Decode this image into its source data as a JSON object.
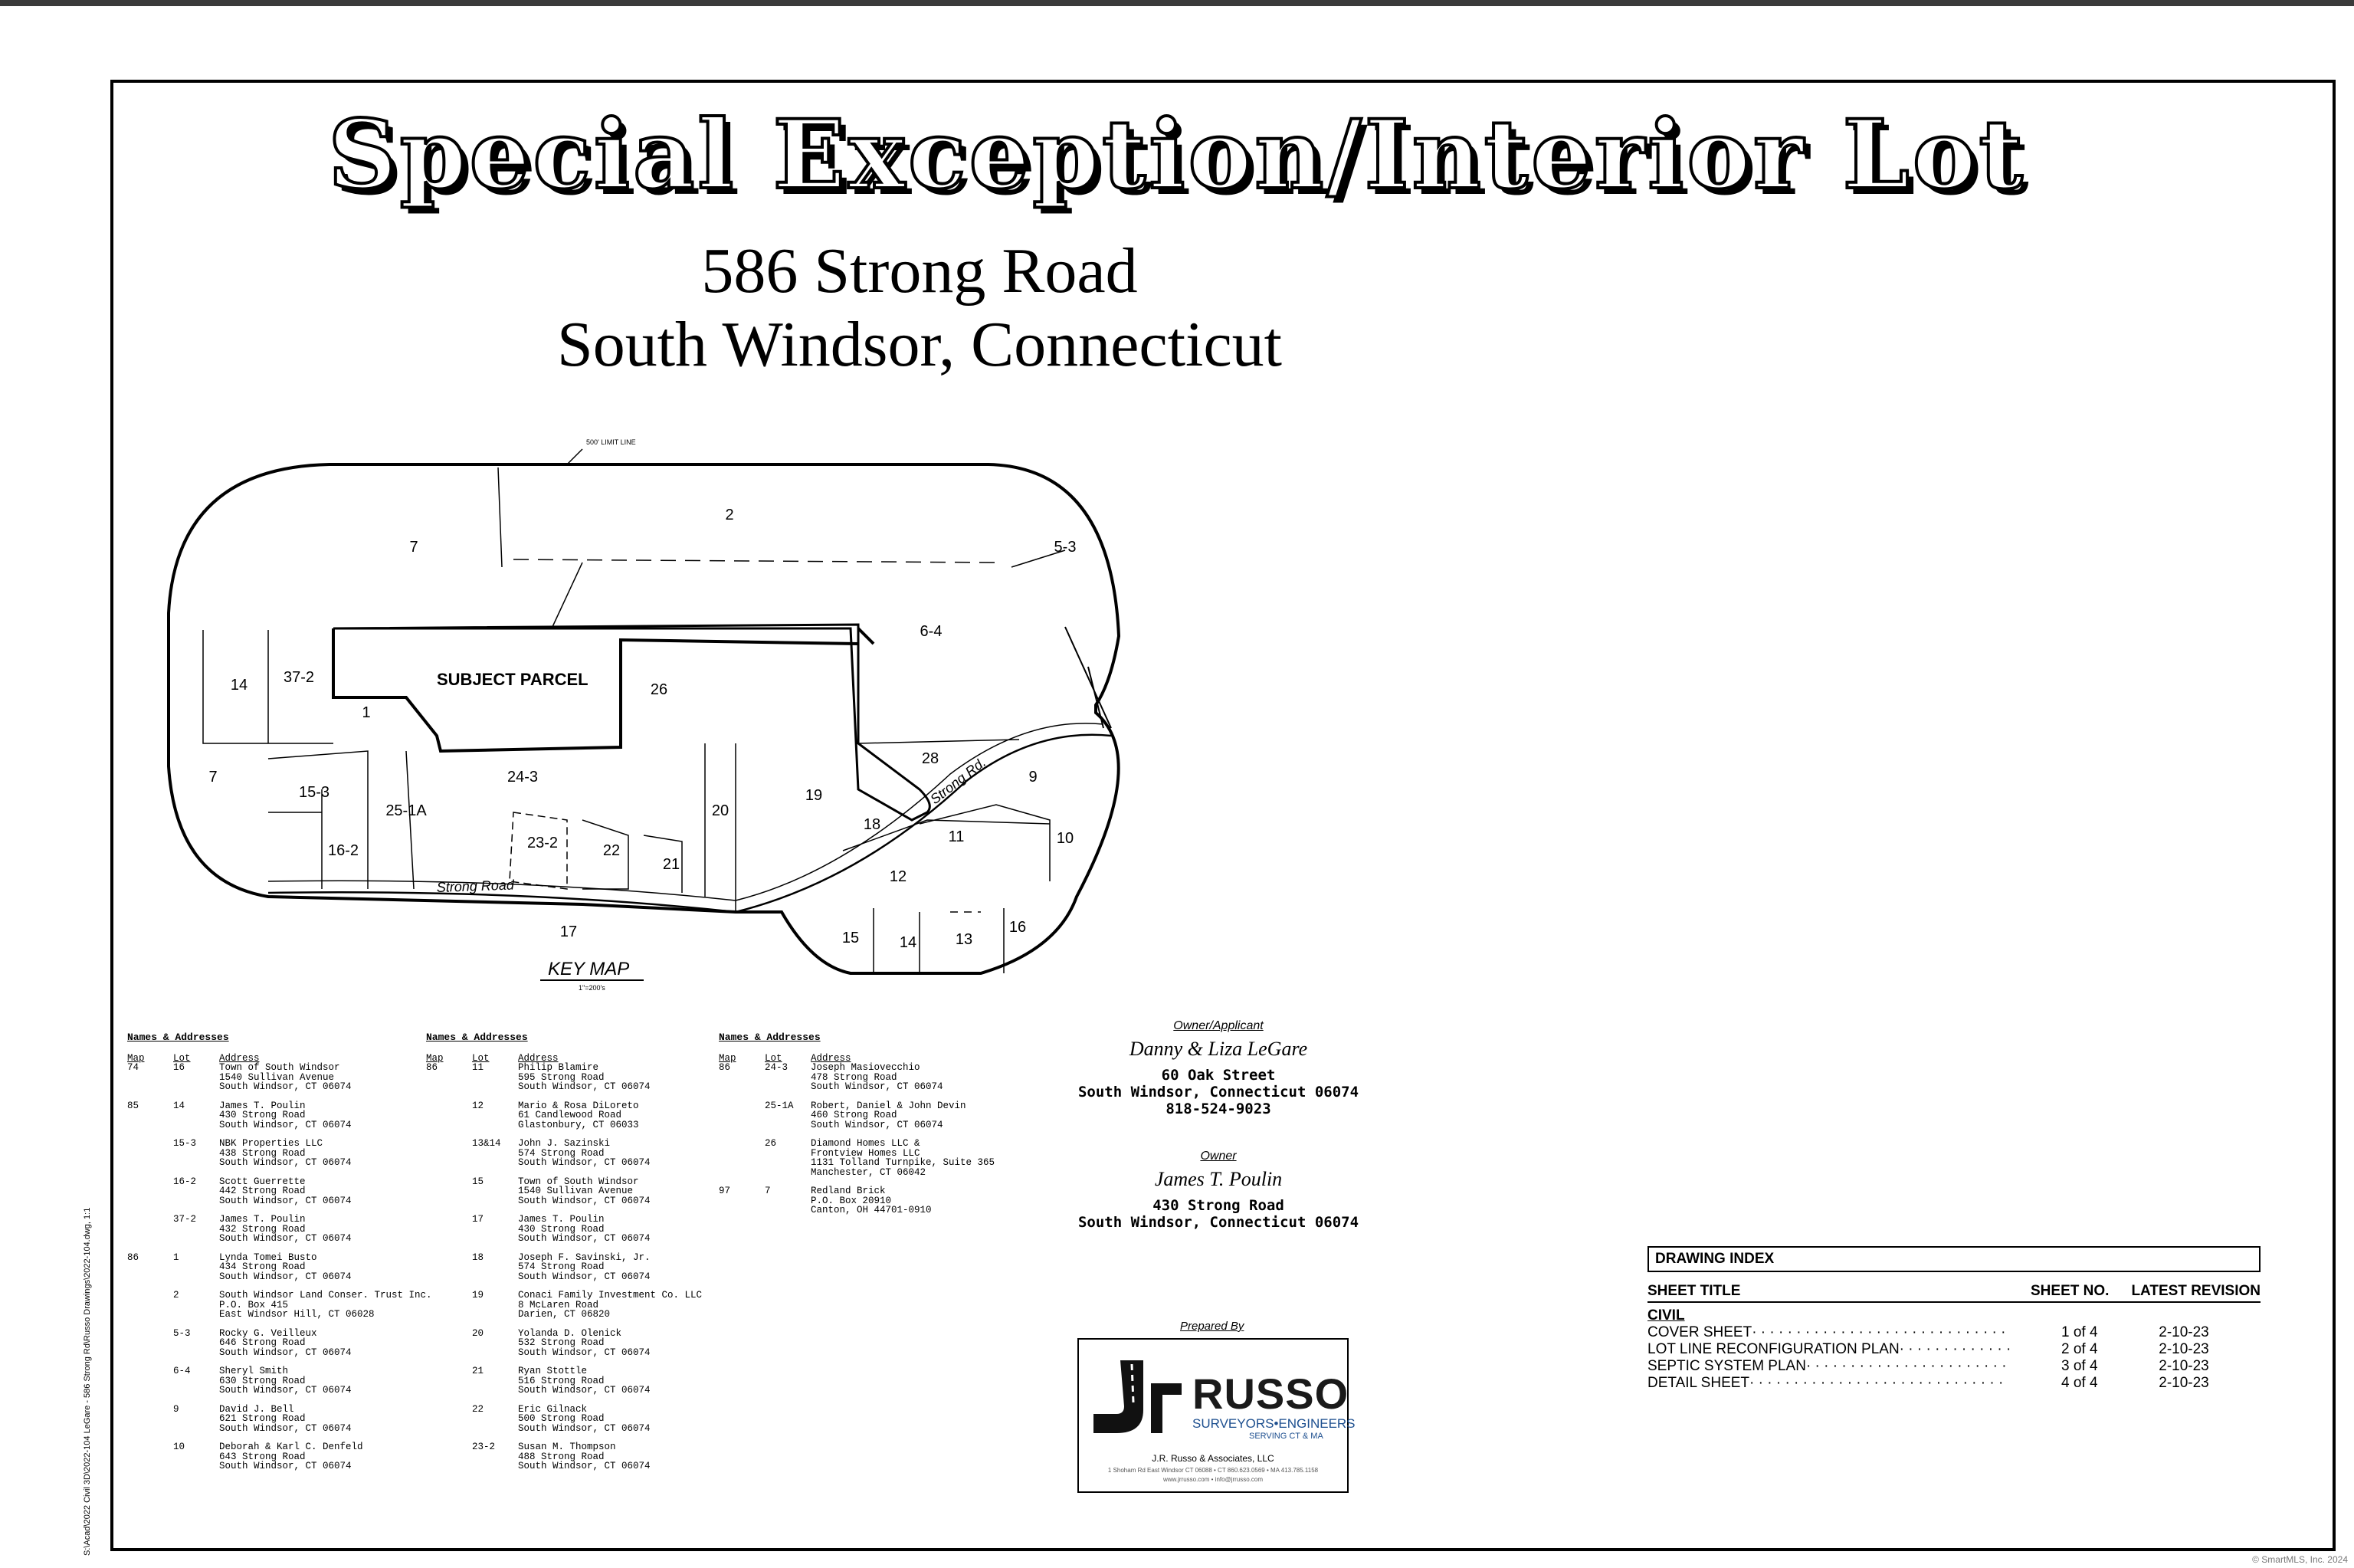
{
  "title": "Special Exception/Interior Lot",
  "address_line1": "586 Strong Road",
  "address_line2": "South Windsor, Connecticut",
  "key_map": {
    "limit_label": "500' LIMIT LINE",
    "caption": "KEY MAP",
    "scale": "1\"=200's",
    "subject_label": "SUBJECT PARCEL",
    "road_label_1": "Strong Road",
    "road_label_2": "Strong Rd.",
    "lots": [
      "2",
      "7",
      "5-3",
      "6-4",
      "14",
      "37-2",
      "1",
      "26",
      "7",
      "15-3",
      "25-1A",
      "24-3",
      "20",
      "19",
      "28",
      "9",
      "18",
      "11",
      "10",
      "16-2",
      "23-2",
      "22",
      "21",
      "12",
      "17",
      "15",
      "14",
      "13",
      "16"
    ]
  },
  "names_header": "Names & Addresses",
  "col_headers": {
    "map": "Map",
    "lot": "Lot",
    "address": "Address"
  },
  "names_col1": [
    {
      "map": "74",
      "lot": "16",
      "text": "Town of South Windsor\n1540 Sullivan Avenue\nSouth Windsor, CT 06074"
    },
    {
      "map": "85",
      "lot": "14",
      "text": "James T. Poulin\n430 Strong Road\nSouth Windsor, CT 06074"
    },
    {
      "map": "",
      "lot": "15-3",
      "text": "NBK Properties LLC\n438 Strong Road\nSouth Windsor, CT 06074"
    },
    {
      "map": "",
      "lot": "16-2",
      "text": "Scott Guerrette\n442 Strong Road\nSouth Windsor, CT 06074"
    },
    {
      "map": "",
      "lot": "37-2",
      "text": "James T. Poulin\n432 Strong Road\nSouth Windsor, CT 06074"
    },
    {
      "map": "86",
      "lot": "1",
      "text": "Lynda Tomei Busto\n434 Strong Road\nSouth Windsor, CT 06074"
    },
    {
      "map": "",
      "lot": "2",
      "text": "South Windsor Land Conser. Trust Inc.\nP.O. Box 415\nEast Windsor Hill, CT 06028"
    },
    {
      "map": "",
      "lot": "5-3",
      "text": "Rocky G. Veilleux\n646 Strong Road\nSouth Windsor, CT 06074"
    },
    {
      "map": "",
      "lot": "6-4",
      "text": "Sheryl Smith\n630 Strong Road\nSouth Windsor, CT 06074"
    },
    {
      "map": "",
      "lot": "9",
      "text": "David J. Bell\n621 Strong Road\nSouth Windsor, CT 06074"
    },
    {
      "map": "",
      "lot": "10",
      "text": "Deborah & Karl C. Denfeld\n643 Strong Road\nSouth Windsor, CT 06074"
    }
  ],
  "names_col2": [
    {
      "map": "86",
      "lot": "11",
      "text": "Philip Blamire\n595 Strong Road\nSouth Windsor, CT 06074"
    },
    {
      "map": "",
      "lot": "12",
      "text": "Mario & Rosa DiLoreto\n61 Candlewood Road\nGlastonbury, CT 06033"
    },
    {
      "map": "",
      "lot": "13&14",
      "text": "John J. Sazinski\n574 Strong Road\nSouth Windsor, CT 06074"
    },
    {
      "map": "",
      "lot": "15",
      "text": "Town of South Windsor\n1540 Sullivan Avenue\nSouth Windsor, CT 06074"
    },
    {
      "map": "",
      "lot": "17",
      "text": "James T. Poulin\n430 Strong Road\nSouth Windsor, CT 06074"
    },
    {
      "map": "",
      "lot": "18",
      "text": "Joseph F. Savinski, Jr.\n574 Strong Road\nSouth Windsor, CT 06074"
    },
    {
      "map": "",
      "lot": "19",
      "text": "Conaci Family Investment Co. LLC\n8 McLaren Road\nDarien, CT 06820"
    },
    {
      "map": "",
      "lot": "20",
      "text": "Yolanda D. Olenick\n532 Strong Road\nSouth Windsor, CT 06074"
    },
    {
      "map": "",
      "lot": "21",
      "text": "Ryan Stottle\n516 Strong Road\nSouth Windsor, CT 06074"
    },
    {
      "map": "",
      "lot": "22",
      "text": "Eric Gilnack\n500 Strong Road\nSouth Windsor, CT 06074"
    },
    {
      "map": "",
      "lot": "23-2",
      "text": "Susan M. Thompson\n488 Strong Road\nSouth Windsor, CT 06074"
    }
  ],
  "names_col3": [
    {
      "map": "86",
      "lot": "24-3",
      "text": "Joseph Masiovecchio\n478 Strong Road\nSouth Windsor, CT 06074"
    },
    {
      "map": "",
      "lot": "25-1A",
      "text": "Robert, Daniel & John Devin\n460 Strong Road\nSouth Windsor, CT 06074"
    },
    {
      "map": "",
      "lot": "26",
      "text": "Diamond Homes LLC &\nFrontview Homes LLC\n1131 Tolland Turnpike, Suite 365\nManchester, CT 06042"
    },
    {
      "map": "97",
      "lot": "7",
      "text": "Redland Brick\nP.O. Box 20910\nCanton, OH 44701-0910"
    }
  ],
  "owner_applicant": {
    "label": "Owner/Applicant",
    "name": "Danny & Liza LeGare",
    "street": "60 Oak Street",
    "city": "South Windsor, Connecticut 06074",
    "phone": "818-524-9023"
  },
  "owner": {
    "label": "Owner",
    "name": "James T. Poulin",
    "street": "430 Strong Road",
    "city": "South Windsor, Connecticut 06074"
  },
  "prepared_by": "Prepared By",
  "russo": {
    "brand": "RUSSO",
    "tagline": "SURVEYORS•ENGINEERS",
    "serving": "SERVING CT & MA",
    "company": "J.R. Russo & Associates, LLC",
    "contact": "1 Shoham Rd East Windsor CT 06088 • CT 860.623.0569 • MA 413.785.1158",
    "web": "www.jrrusso.com • info@jrrusso.com",
    "colors": {
      "road": "#111111",
      "brand_blue": "#1d4f8f"
    }
  },
  "drawing_index": {
    "title": "DRAWING INDEX",
    "col_title": "SHEET TITLE",
    "col_no": "SHEET NO.",
    "col_rev": "LATEST REVISION",
    "section": "CIVIL",
    "rows": [
      {
        "title": "COVER SHEET· · · · · · · · · · · · · · · · · · · · · · · · · · · · ·",
        "no": "1 of 4",
        "rev": "2-10-23"
      },
      {
        "title": "LOT LINE RECONFIGURATION PLAN· · · · · · · · · · · · ·",
        "no": "2 of 4",
        "rev": "2-10-23"
      },
      {
        "title": "SEPTIC SYSTEM PLAN· · · · · · · · · · · · · · · · · · · · · · ·",
        "no": "3 of 4",
        "rev": "2-10-23"
      },
      {
        "title": "DETAIL SHEET· · · · · · · · · · · · · · · · · · · · · · · · · · · · ·",
        "no": "4 of 4",
        "rev": "2-10-23"
      }
    ]
  },
  "file_path": "S:\\Acad\\2022 Civil 3D\\2022-104 LeGare - 586 Strong Rd\\Russo Drawings\\2022-104.dwg, 1:1",
  "watermark": "© SmartMLS, Inc. 2024"
}
